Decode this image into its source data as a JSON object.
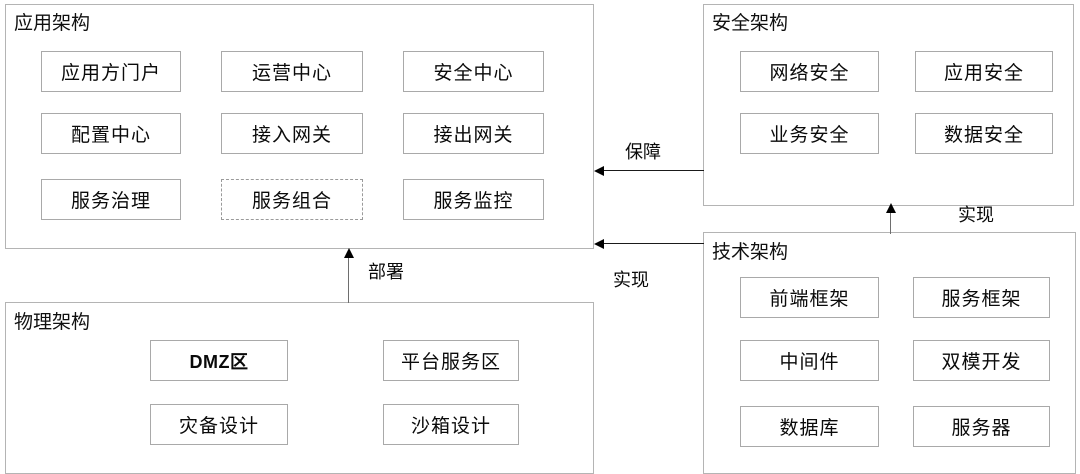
{
  "diagram": {
    "groups": [
      {
        "id": "application-architecture",
        "title": "应用架构",
        "nodes": [
          {
            "label": "应用方门户",
            "style": "solid"
          },
          {
            "label": "运营中心",
            "style": "solid"
          },
          {
            "label": "安全中心",
            "style": "solid"
          },
          {
            "label": "配置中心",
            "style": "solid"
          },
          {
            "label": "接入网关",
            "style": "solid"
          },
          {
            "label": "接出网关",
            "style": "solid"
          },
          {
            "label": "服务治理",
            "style": "solid"
          },
          {
            "label": "服务组合",
            "style": "dashed"
          },
          {
            "label": "服务监控",
            "style": "solid"
          }
        ]
      },
      {
        "id": "physical-architecture",
        "title": "物理架构",
        "nodes": [
          {
            "label": "DMZ区",
            "style": "bold"
          },
          {
            "label": "平台服务区",
            "style": "solid"
          },
          {
            "label": "灾备设计",
            "style": "solid"
          },
          {
            "label": "沙箱设计",
            "style": "solid"
          }
        ]
      },
      {
        "id": "security-architecture",
        "title": "安全架构",
        "nodes": [
          {
            "label": "网络安全",
            "style": "solid"
          },
          {
            "label": "应用安全",
            "style": "solid"
          },
          {
            "label": "业务安全",
            "style": "solid"
          },
          {
            "label": "数据安全",
            "style": "solid"
          }
        ]
      },
      {
        "id": "technical-architecture",
        "title": "技术架构",
        "nodes": [
          {
            "label": "前端框架",
            "style": "solid"
          },
          {
            "label": "服务框架",
            "style": "solid"
          },
          {
            "label": "中间件",
            "style": "solid"
          },
          {
            "label": "双模开发",
            "style": "solid"
          },
          {
            "label": "数据库",
            "style": "solid"
          },
          {
            "label": "服务器",
            "style": "solid"
          }
        ]
      }
    ],
    "connectors": [
      {
        "id": "security-to-application",
        "label": "保障",
        "direction": "left"
      },
      {
        "id": "technical-to-application",
        "label": "实现",
        "direction": "left"
      },
      {
        "id": "physical-to-application",
        "label": "部署",
        "direction": "up"
      },
      {
        "id": "technical-to-security",
        "label": "实现",
        "direction": "up"
      }
    ]
  },
  "colors": {
    "group_border": "#b4b4b4",
    "node_border": "#a9a9a9",
    "connector": "#1a1a1a",
    "text": "#0a0a0a",
    "background": "#ffffff"
  }
}
